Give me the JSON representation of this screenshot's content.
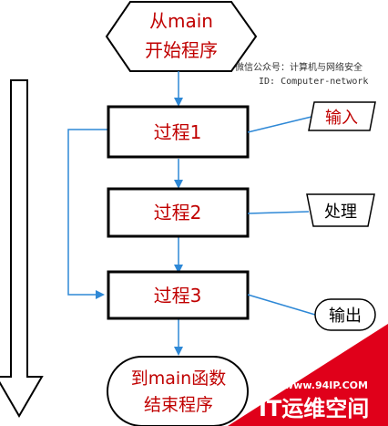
{
  "flow": {
    "start_line1": "从main",
    "start_line2": "开始程序",
    "step1": "过程1",
    "step2": "过程2",
    "step3": "过程3",
    "end_line1": "到main函数",
    "end_line2": "结束程序",
    "input_label": "输入",
    "process_label": "处理",
    "output_label": "输出"
  },
  "watermark": {
    "wechat_line": "微信公众号：计算机与网络安全",
    "id_line": "ID: Computer-network",
    "site_url": "www.94IP.COM",
    "site_name": "IT运维空间"
  },
  "colors": {
    "text_red": "#c00000",
    "connector_blue": "#2e88d6",
    "badge_red": "#e0001a"
  }
}
